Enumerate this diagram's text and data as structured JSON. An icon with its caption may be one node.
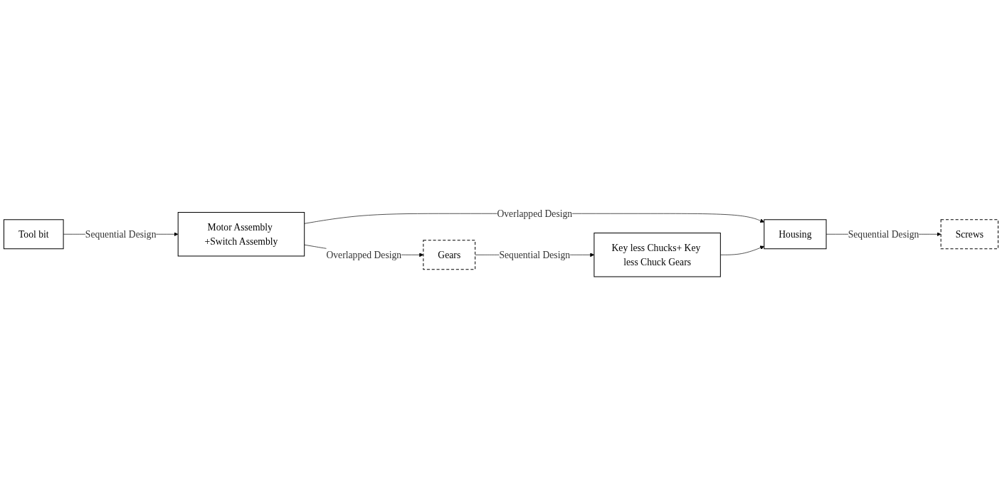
{
  "diagram": {
    "nodes": [
      {
        "text": [
          "Tool bit"
        ]
      },
      {
        "text": [
          "Motor Assembly +Switch Assembly"
        ]
      },
      {
        "text": [
          "Housing"
        ]
      },
      {
        "text": [
          "Screws"
        ]
      },
      {
        "text": [
          "Gears"
        ]
      },
      {
        "text": [
          "Key less Chucks+ Key less Chuck Gears"
        ]
      }
    ],
    "edges": [
      {
        "from": 0,
        "to": 1,
        "arrow": "to",
        "label": "Sequential Design"
      },
      {
        "from": 1,
        "to": 2,
        "arrow": "to",
        "label": "Overlapped Design"
      },
      {
        "from": 2,
        "to": 3,
        "arrow": "to",
        "label": "Sequential Design"
      },
      {
        "from": 1,
        "to": 4,
        "arrow": "to",
        "label": "Overlapped Design"
      },
      {
        "from": 4,
        "to": 5,
        "arrow": "to",
        "label": "Sequential Design"
      },
      {
        "from": 5,
        "to": 2,
        "arrow": "to"
      }
    ]
  }
}
